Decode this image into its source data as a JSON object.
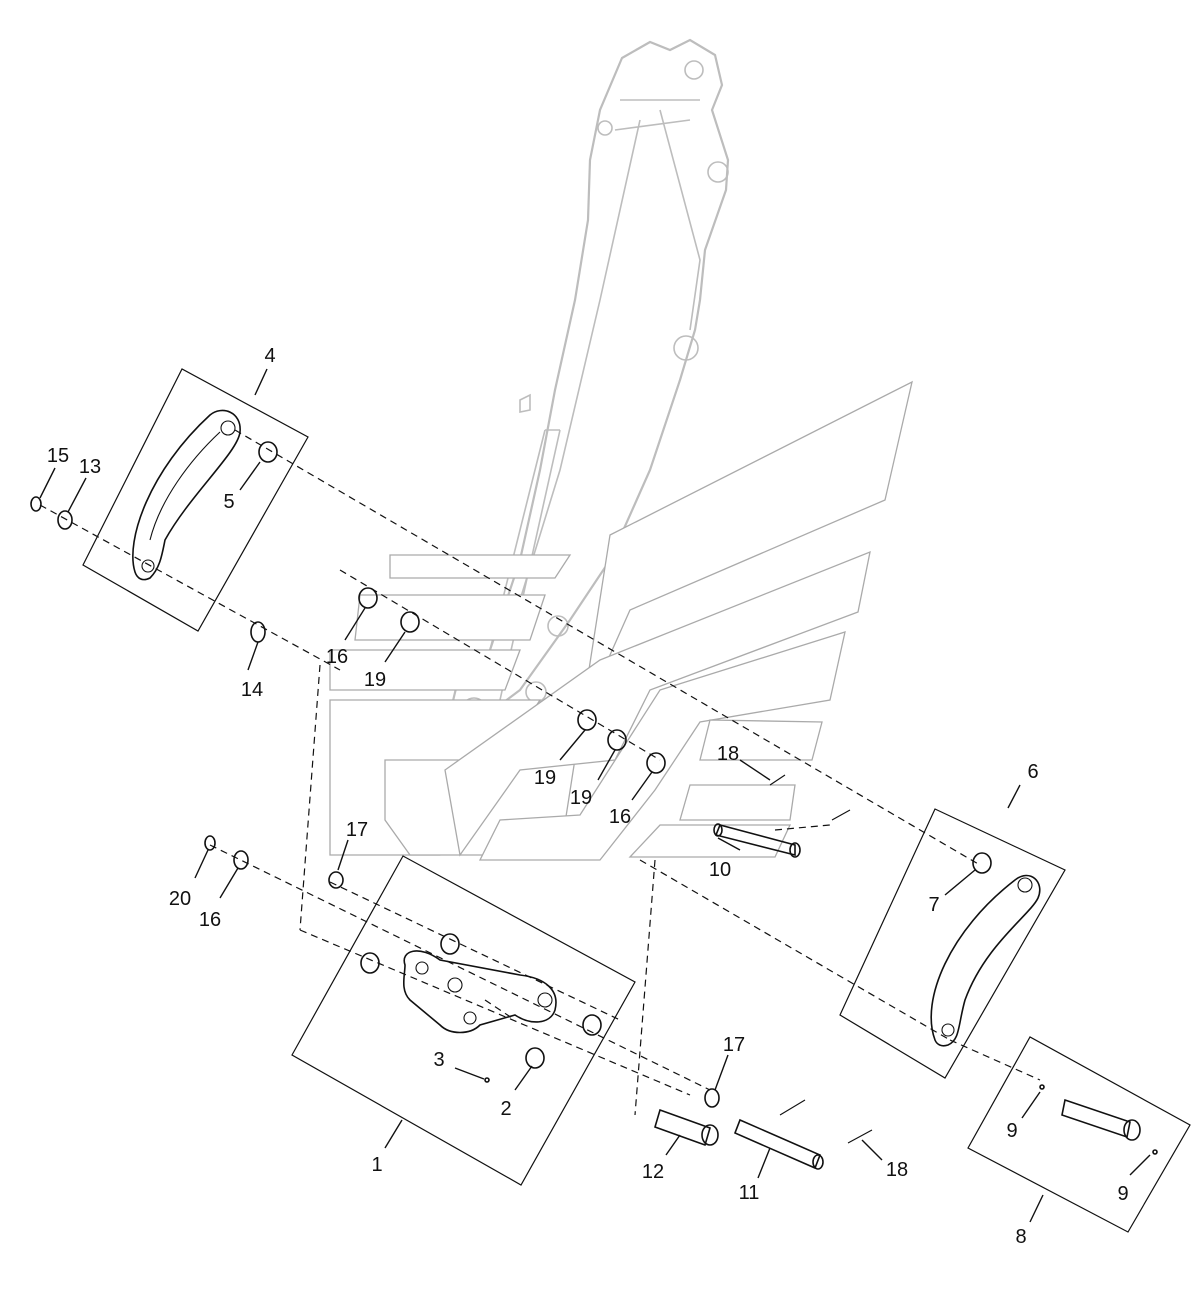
{
  "callouts": [
    {
      "id": "c4",
      "text": "4"
    },
    {
      "id": "c15",
      "text": "15"
    },
    {
      "id": "c13",
      "text": "13"
    },
    {
      "id": "c5",
      "text": "5"
    },
    {
      "id": "c14",
      "text": "14"
    },
    {
      "id": "c16a",
      "text": "16"
    },
    {
      "id": "c19a",
      "text": "19"
    },
    {
      "id": "c19b",
      "text": "19"
    },
    {
      "id": "c19c",
      "text": "19"
    },
    {
      "id": "c16b",
      "text": "16"
    },
    {
      "id": "c18a",
      "text": "18"
    },
    {
      "id": "c10",
      "text": "10"
    },
    {
      "id": "c6",
      "text": "6"
    },
    {
      "id": "c7",
      "text": "7"
    },
    {
      "id": "c17a",
      "text": "17"
    },
    {
      "id": "c20",
      "text": "20"
    },
    {
      "id": "c16c",
      "text": "16"
    },
    {
      "id": "c3",
      "text": "3"
    },
    {
      "id": "c2",
      "text": "2"
    },
    {
      "id": "c1",
      "text": "1"
    },
    {
      "id": "c17b",
      "text": "17"
    },
    {
      "id": "c12",
      "text": "12"
    },
    {
      "id": "c11",
      "text": "11"
    },
    {
      "id": "c18b",
      "text": "18"
    },
    {
      "id": "c9a",
      "text": "9"
    },
    {
      "id": "c9b",
      "text": "9"
    },
    {
      "id": "c8",
      "text": "8"
    }
  ],
  "colors": {
    "line": "#111111",
    "boom": "#bdbdbd",
    "watermark": "#aaaaaa"
  }
}
